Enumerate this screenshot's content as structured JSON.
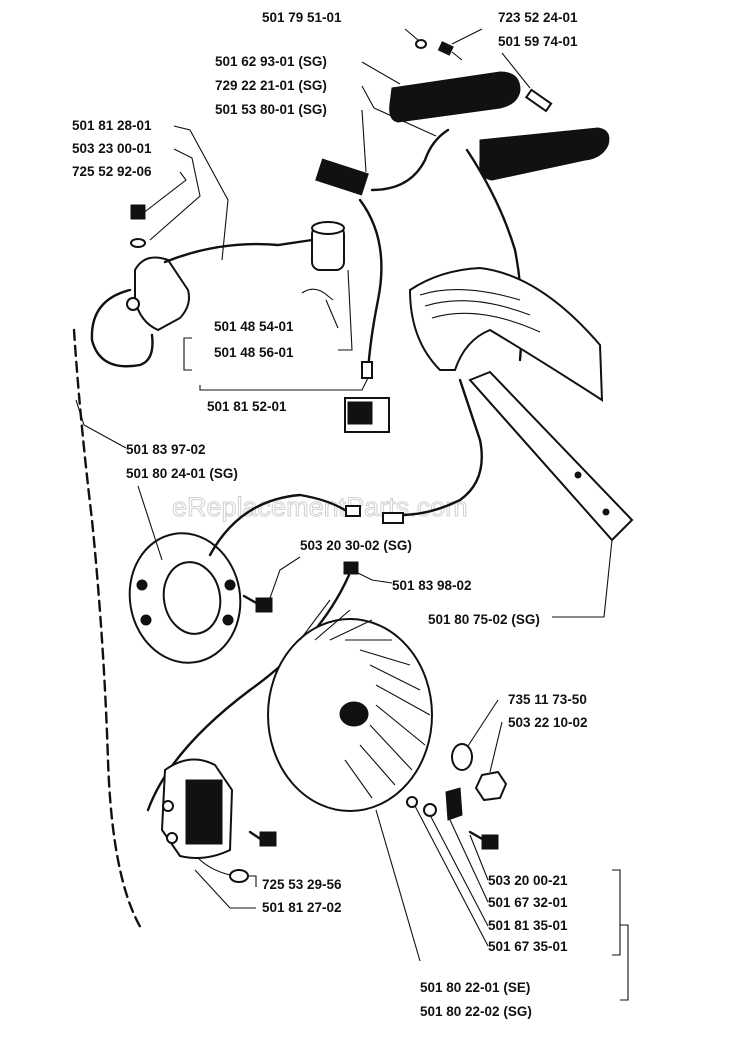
{
  "watermark": "eReplacementParts.com",
  "labels": {
    "p01": "501 79 51-01",
    "p02": "723 52 24-01",
    "p03": "501 59 74-01",
    "p04": "501 62 93-01 (SG)",
    "p05": "729 22 21-01 (SG)",
    "p06": "501 53 80-01 (SG)",
    "p07": "501 81 28-01",
    "p08": "503 23 00-01",
    "p09": "725 52 92-06",
    "p10": "501 48 54-01",
    "p11": "501 48 56-01",
    "p12": "501 81 52-01",
    "p13": "501 83 97-02",
    "p14": "501 80 24-01 (SG)",
    "p15": "503 20 30-02 (SG)",
    "p16": "501 83 98-02",
    "p17": "501 80 75-02 (SG)",
    "p18": "735 11 73-50",
    "p19": "503 22 10-02",
    "p20": "503 20 00-21",
    "p21": "501 67 32-01",
    "p22": "501 81 35-01",
    "p23": "501 67 35-01",
    "p24": "725 53 29-56",
    "p25": "501 81 27-02",
    "p26": "501 80 22-01 (SE)",
    "p27": "501 80 22-02 (SG)"
  }
}
